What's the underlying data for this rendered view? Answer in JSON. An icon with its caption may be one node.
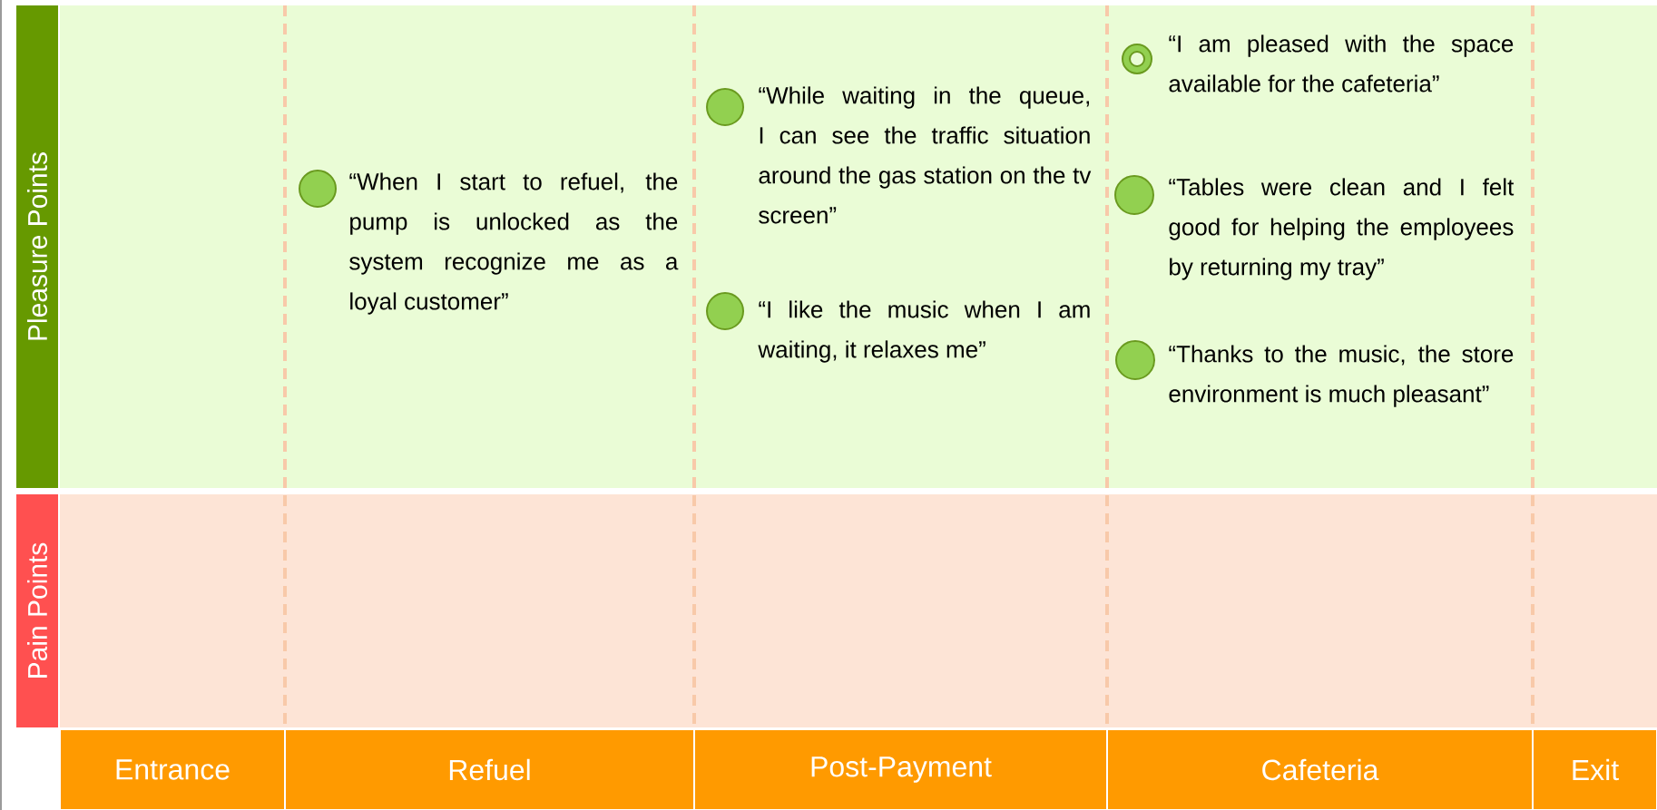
{
  "diagram": {
    "nodes": [
      {
        "text": [
          "Pleasure Points"
        ]
      },
      {
        "text": [
          "Pain Points"
        ]
      },
      {
        "text": [
          "Entrance"
        ]
      },
      {
        "text": [
          "Refuel"
        ]
      },
      {
        "text": [
          "Post-Payment"
        ]
      },
      {
        "text": [
          "Cafeteria"
        ]
      },
      {
        "text": [
          "Exit"
        ]
      },
      {
        "text": [
          "“When I start to refuel, the pump is unlocked as the system recognize me as a loyal customer”"
        ]
      },
      {
        "text": [
          "“While waiting in the queue, I can see the traffic situation around the gas station on the tv screen”"
        ]
      },
      {
        "text": [
          "“I like the music when I am waiting, it relaxes me”"
        ]
      },
      {
        "text": [
          "“I am pleased with the space available for the cafeteria”"
        ]
      },
      {
        "text": [
          "“Tables were clean and I felt good for helping the employees by returning my tray”"
        ]
      },
      {
        "text": [
          "“Thanks to the music, the store environment is much pleasant”"
        ]
      }
    ]
  }
}
